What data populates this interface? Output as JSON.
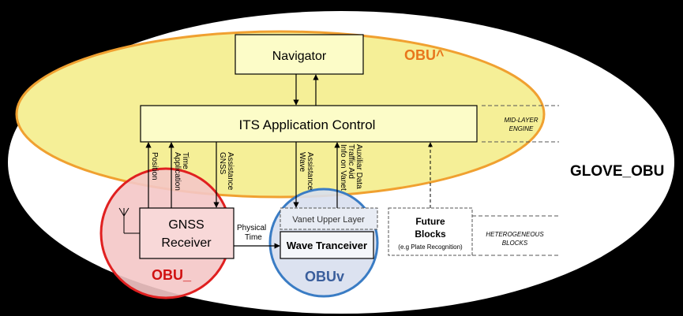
{
  "regions": {
    "glove": "GLOVE_OBU",
    "obu_top": "OBU^",
    "obu_left": "OBU_",
    "obu_right": "OBUv"
  },
  "blocks": {
    "navigator": "Navigator",
    "its": "ITS Application Control",
    "gnss_line1": "GNSS",
    "gnss_line2": "Receiver",
    "vanet_upper": "Vanet Upper Layer",
    "wave": "Wave Tranceiver",
    "future_line1": "Future",
    "future_line2": "Blocks",
    "future_line3": "(e.g Plate Recognition)"
  },
  "layers": {
    "mid_line1": "MID-LAYER",
    "mid_line2": "ENGINE",
    "het_line1": "HETEROGENEOUS",
    "het_line2": "BLOCKS"
  },
  "links": {
    "position": "Position",
    "app_time_1": "Application",
    "app_time_2": "Time",
    "gnss_assist_1": "GNSS",
    "gnss_assist_2": "Assistance",
    "wave_assist_1": "Wave",
    "wave_assist_2": "Assistance",
    "info_1": "Info on Vanet",
    "info_2": "Traffic Aid",
    "info_3": "Auxiliar Data",
    "physical_1": "Physical",
    "physical_2": "Time"
  },
  "colors": {
    "background": "#000000",
    "outer_ellipse": "#ffffff",
    "top_ellipse_fill": "#f5ef97",
    "top_ellipse_stroke": "#f0a030",
    "obu_top_text": "#e8761c",
    "left_circle_fill": "#f4c6c6",
    "left_circle_stroke": "#e02020",
    "obu_left_text": "#d01010",
    "right_circle_fill": "#d8dfee",
    "right_circle_stroke": "#3a7cc4",
    "obu_right_text": "#3a5e9c",
    "block_fill": "#fcfcc8"
  }
}
